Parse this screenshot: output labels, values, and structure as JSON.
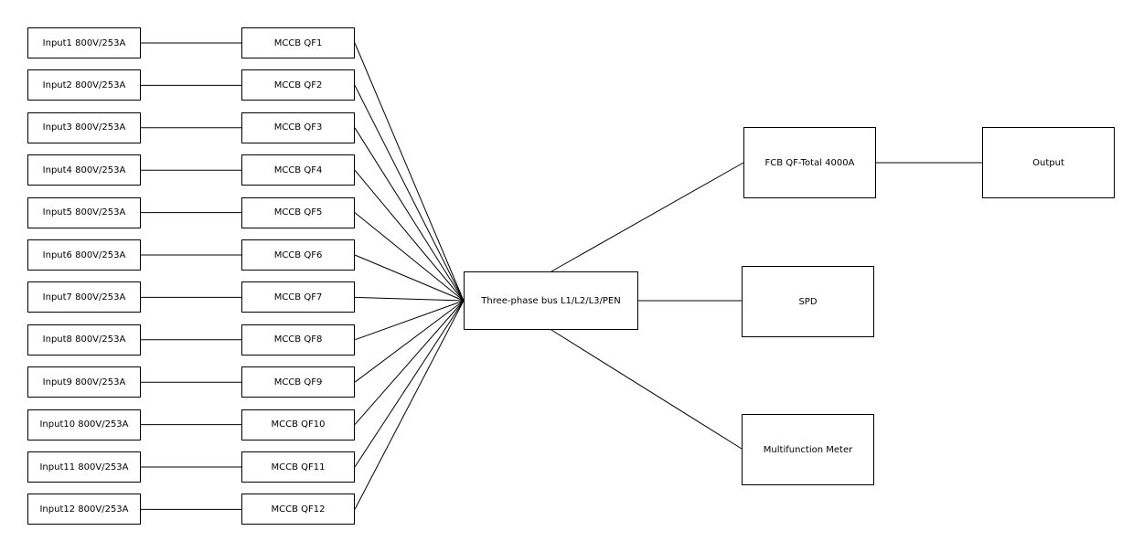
{
  "inputs": [
    {
      "label": "Input1 800V/253A",
      "breaker": "MCCB QF1"
    },
    {
      "label": "Input2 800V/253A",
      "breaker": "MCCB QF2"
    },
    {
      "label": "Input3 800V/253A",
      "breaker": "MCCB QF3"
    },
    {
      "label": "Input4 800V/253A",
      "breaker": "MCCB QF4"
    },
    {
      "label": "Input5 800V/253A",
      "breaker": "MCCB QF5"
    },
    {
      "label": "Input6 800V/253A",
      "breaker": "MCCB QF6"
    },
    {
      "label": "Input7 800V/253A",
      "breaker": "MCCB QF7"
    },
    {
      "label": "Input8 800V/253A",
      "breaker": "MCCB QF8"
    },
    {
      "label": "Input9 800V/253A",
      "breaker": "MCCB QF9"
    },
    {
      "label": "Input10 800V/253A",
      "breaker": "MCCB QF10"
    },
    {
      "label": "Input11 800V/253A",
      "breaker": "MCCB QF11"
    },
    {
      "label": "Input12 800V/253A",
      "breaker": "MCCB QF12"
    }
  ],
  "bus": "Three-phase bus L1/L2/L3/PEN",
  "main_breaker": "FCB QF-Total 4000A",
  "output": "Output",
  "spd": "SPD",
  "meter": "Multifunction Meter",
  "colors": {
    "stroke": "#000000",
    "fill": "#ffffff"
  }
}
